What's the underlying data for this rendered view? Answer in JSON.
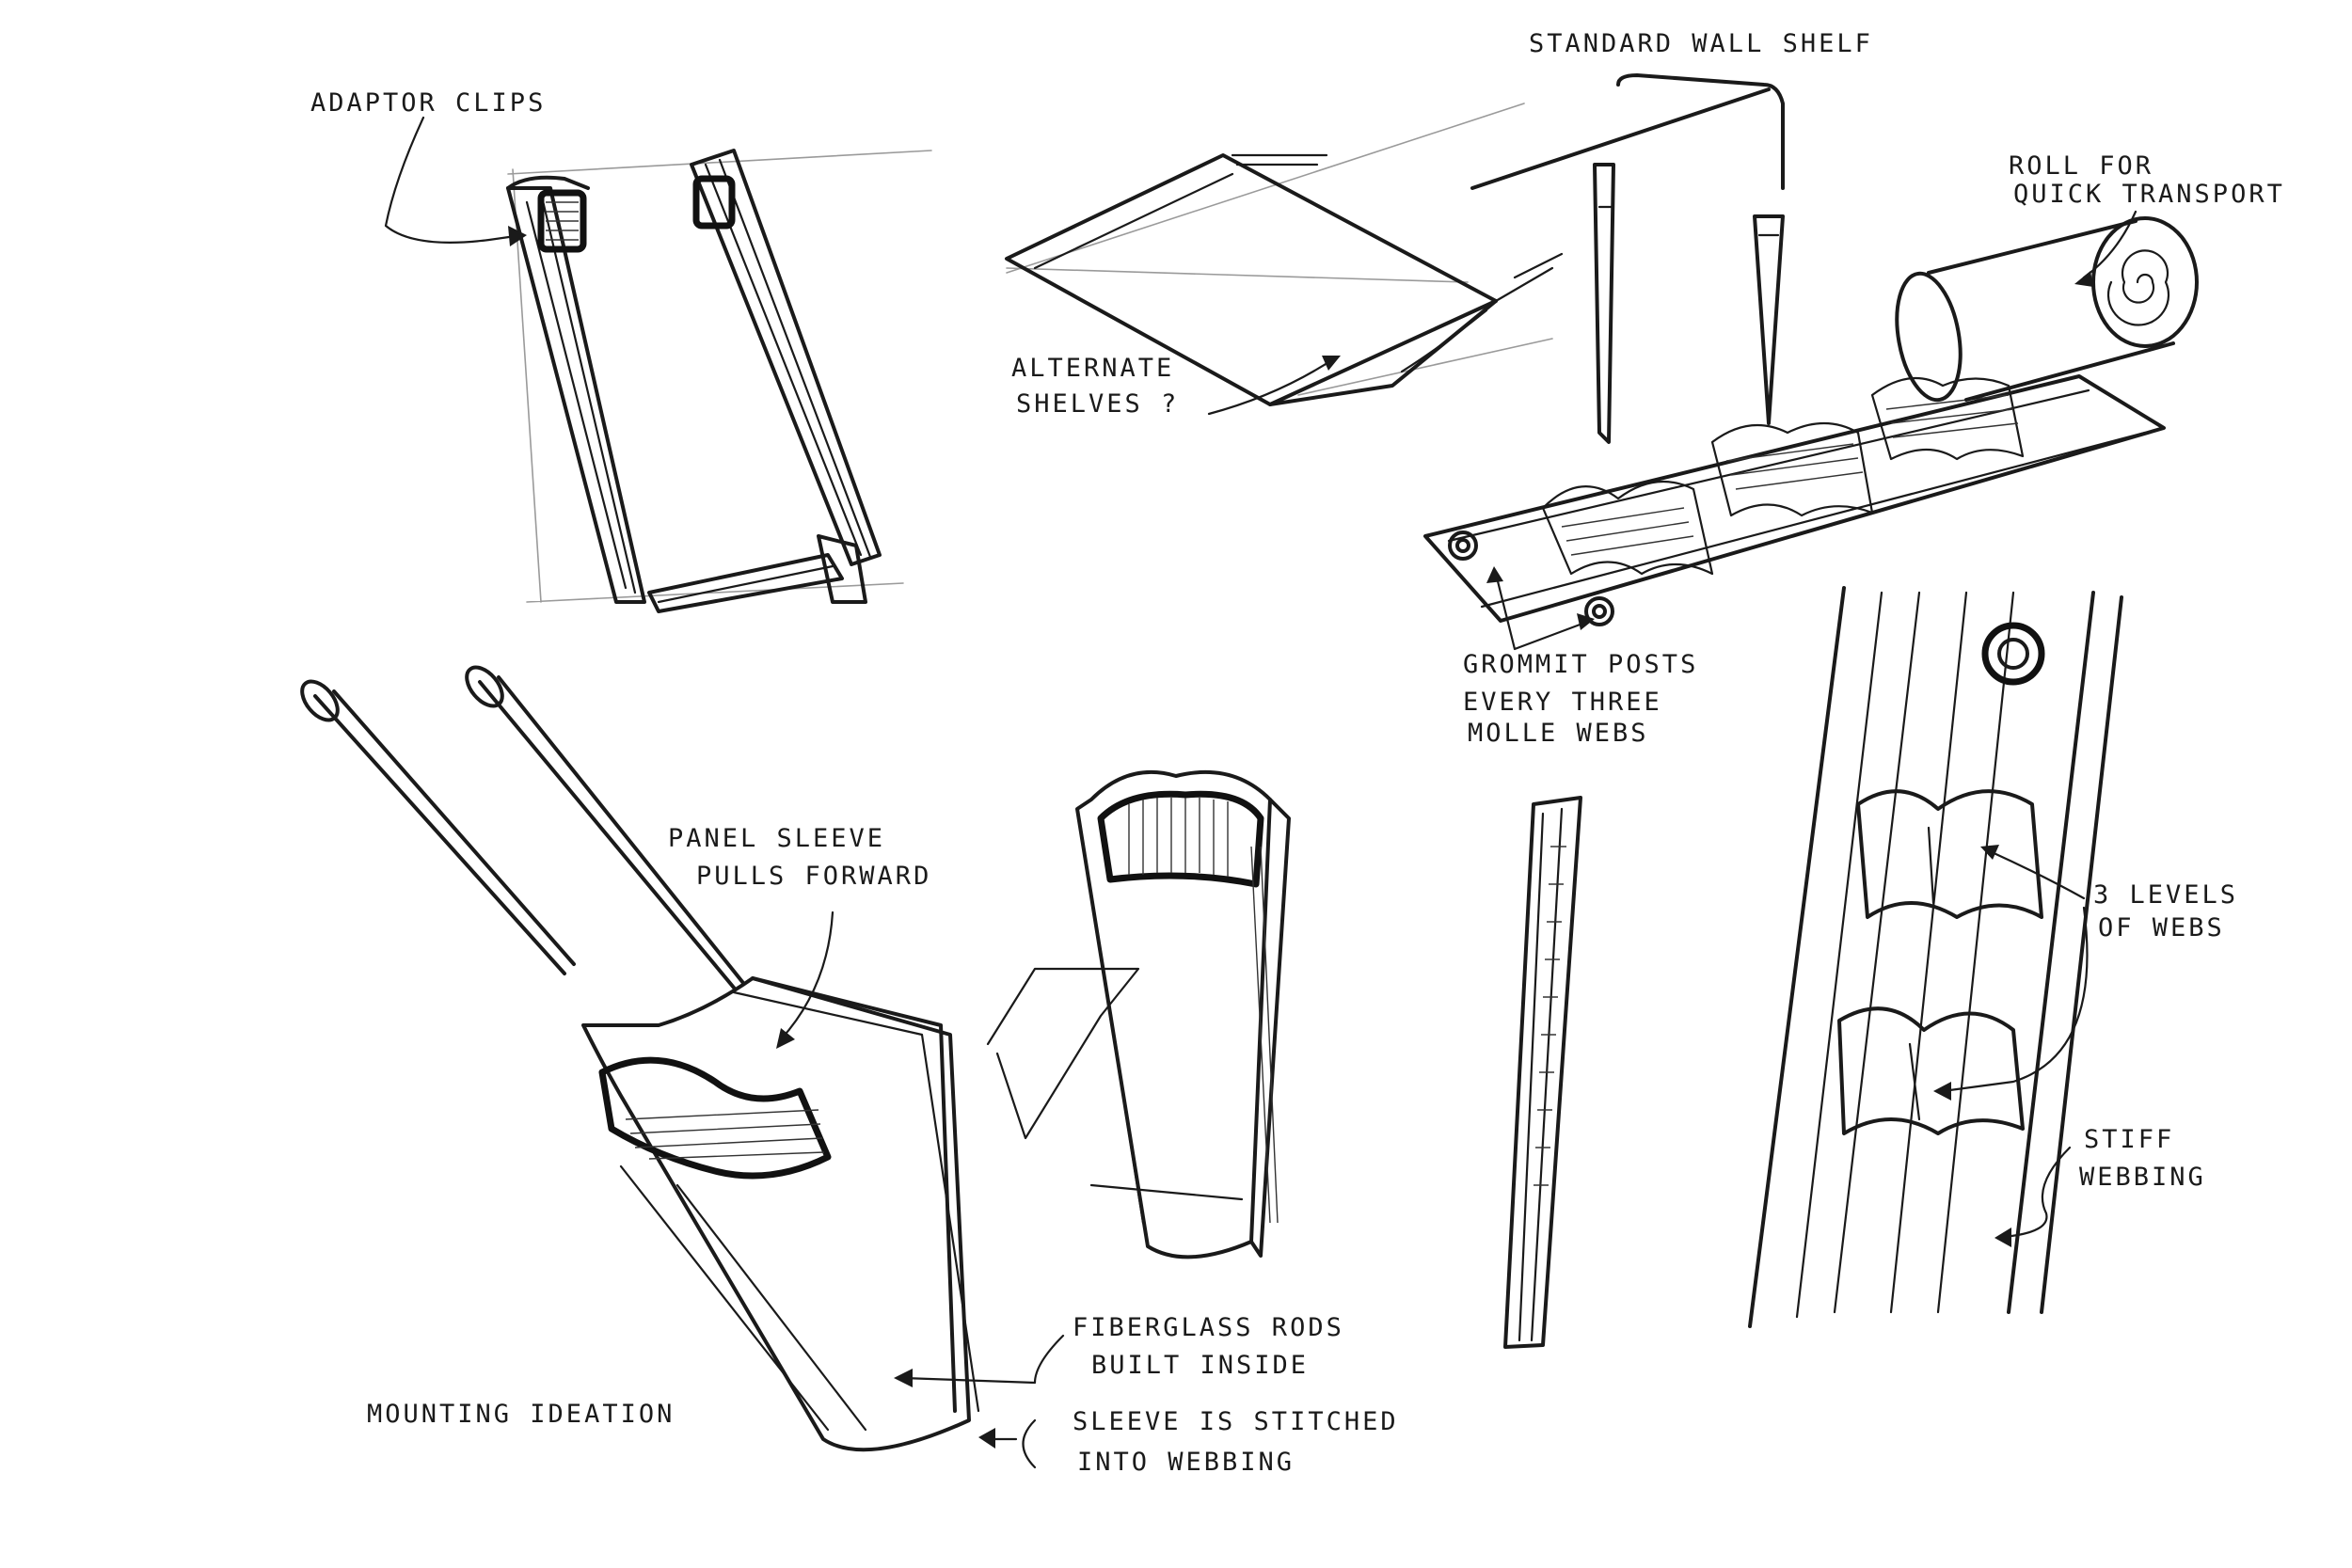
{
  "title": "",
  "labels": {
    "adaptor_clips": "ADAPTOR CLIPS",
    "standard_wall_shelf": "STANDARD WALL SHELF",
    "roll_transport_1": "ROLL FOR",
    "roll_transport_2": "QUICK TRANSPORT",
    "alternate_shelves_1": "ALTERNATE",
    "alternate_shelves_2": "SHELVES ?",
    "grommet_posts_1": "GROMMIT POSTS",
    "grommet_posts_2": "EVERY THREE",
    "grommet_posts_3": "MOLLE WEBS",
    "panel_sleeve_1": "PANEL SLEEVE",
    "panel_sleeve_2": "PULLS FORWARD",
    "three_levels_1": "3 LEVELS",
    "three_levels_2": "OF WEBS",
    "stiff_webbing_1": "STIFF",
    "stiff_webbing_2": "WEBBING",
    "fiberglass_1": "FIBERGLASS RODS",
    "fiberglass_2": "BUILT INSIDE",
    "sleeve_stitched_1": "SLEEVE IS STITCHED",
    "sleeve_stitched_2": "INTO WEBBING",
    "mounting_ideation": "MOUNTING IDEATION"
  },
  "colors": {
    "ink": "#1a1a1a",
    "paper": "#ffffff"
  }
}
